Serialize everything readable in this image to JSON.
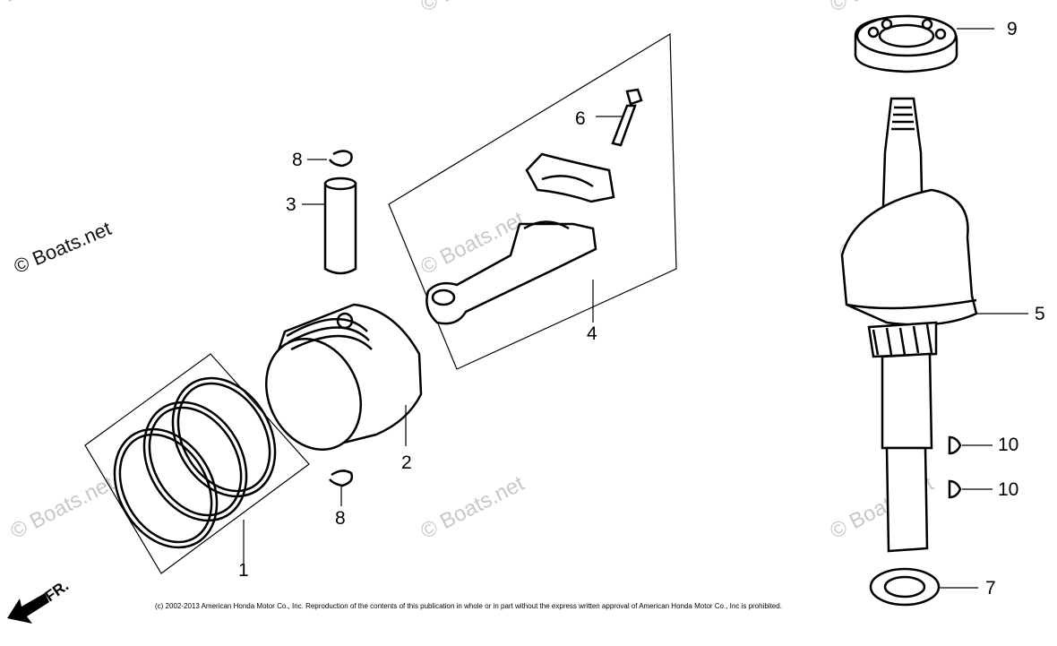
{
  "watermarks": {
    "main": "© Boats.net",
    "faint": "© Boats.net"
  },
  "callouts": {
    "c1": "1",
    "c2": "2",
    "c3": "3",
    "c4": "4",
    "c5": "5",
    "c6": "6",
    "c7": "7",
    "c8_top": "8",
    "c8_bottom": "8",
    "c9": "9",
    "c10_top": "10",
    "c10_bottom": "10"
  },
  "copyright": "(c) 2002-2013 American Honda Motor Co., Inc. Reproduction of the contents of this publication in whole or in part without the express written approval of American Honda Motor Co., Inc is prohibited.",
  "direction_label": "FR.",
  "colors": {
    "ink": "#000000",
    "watermark": "#c8c8c8",
    "background": "#ffffff"
  }
}
